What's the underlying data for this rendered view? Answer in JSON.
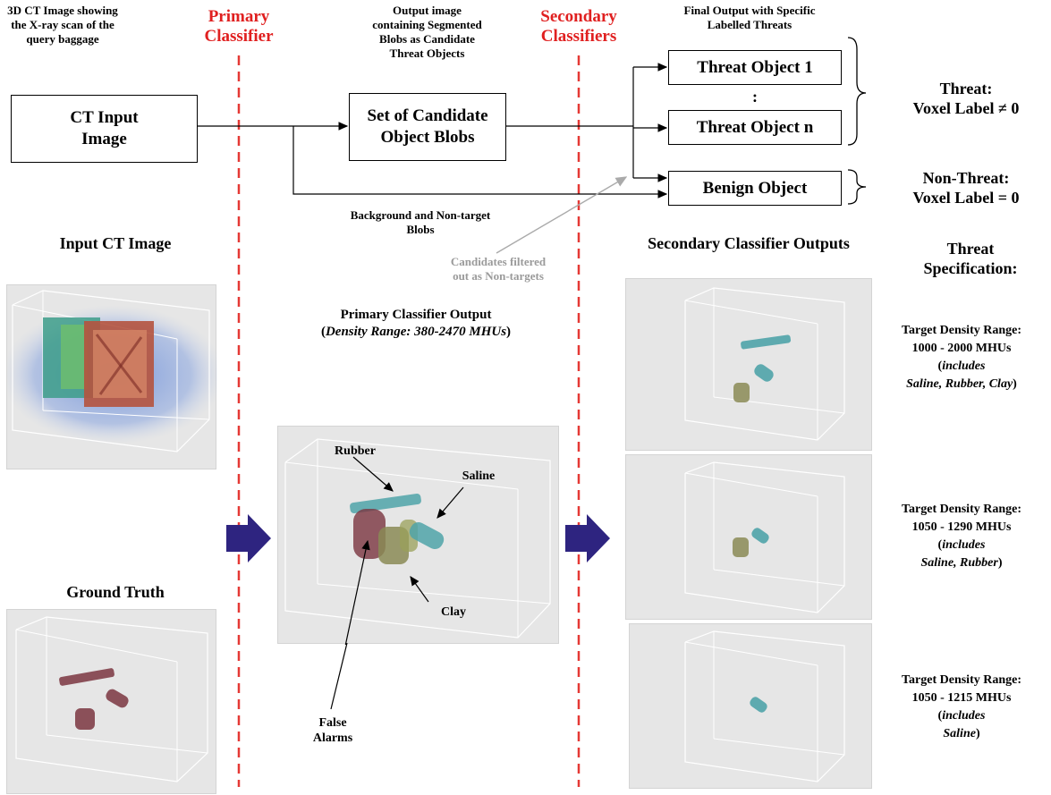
{
  "captions": {
    "input_desc": [
      "3D CT Image showing",
      "the X-ray scan of the",
      "query baggage"
    ],
    "output_desc": [
      "Output image",
      "containing Segmented",
      "Blobs as Candidate",
      "Threat Objects"
    ],
    "final_desc": [
      "Final Output with Specific",
      "Labelled Threats"
    ],
    "background_desc": [
      "Background and Non-target",
      "Blobs"
    ],
    "filtered_desc": [
      "Candidates filtered",
      "out as Non-targets"
    ]
  },
  "classifiers": {
    "primary": [
      "Primary",
      "Classifier"
    ],
    "secondary": [
      "Secondary",
      "Classifiers"
    ]
  },
  "boxes": {
    "ct_input": [
      "CT Input",
      "Image"
    ],
    "candidate_blobs": [
      "Set of Candidate",
      "Object Blobs"
    ],
    "threat1": "Threat Object 1",
    "dots": ":",
    "threatn": "Threat Object n",
    "benign": "Benign Object"
  },
  "results": {
    "threat": [
      "Threat:",
      "Voxel Label ≠ 0"
    ],
    "nonthreat": [
      "Non-Threat:",
      "Voxel Label = 0"
    ]
  },
  "titles": {
    "input_ct": "Input CT Image",
    "ground_truth": "Ground Truth",
    "primary_output": "Primary Classifier Output",
    "primary_output_range": "Density Range: 380-2470 MHUs",
    "secondary_outputs": "Secondary Classifier Outputs",
    "threat_spec": [
      "Threat",
      "Specification:"
    ]
  },
  "annotations": {
    "rubber": "Rubber",
    "saline": "Saline",
    "clay": "Clay",
    "false_alarms": [
      "False",
      "Alarms"
    ]
  },
  "specs": [
    {
      "title": "Target Density Range:",
      "range": "1000 - 2000 MHUs",
      "includes": "includes",
      "items": "Saline, Rubber, Clay"
    },
    {
      "title": "Target Density Range:",
      "range": "1050 - 1290 MHUs",
      "includes": "includes",
      "items": "Saline, Rubber"
    },
    {
      "title": "Target Density Range:",
      "range": "1050 - 1215 MHUs",
      "includes": "includes",
      "items": "Saline"
    }
  ],
  "colors": {
    "dashed_line": "#e53935",
    "arrow_fill": "#2e2480",
    "panel_bg": "#e6e6e6",
    "teal_object": "#4fa3a8",
    "khaki_object": "#8a8a55",
    "dark_red_object": "#7a3540"
  }
}
